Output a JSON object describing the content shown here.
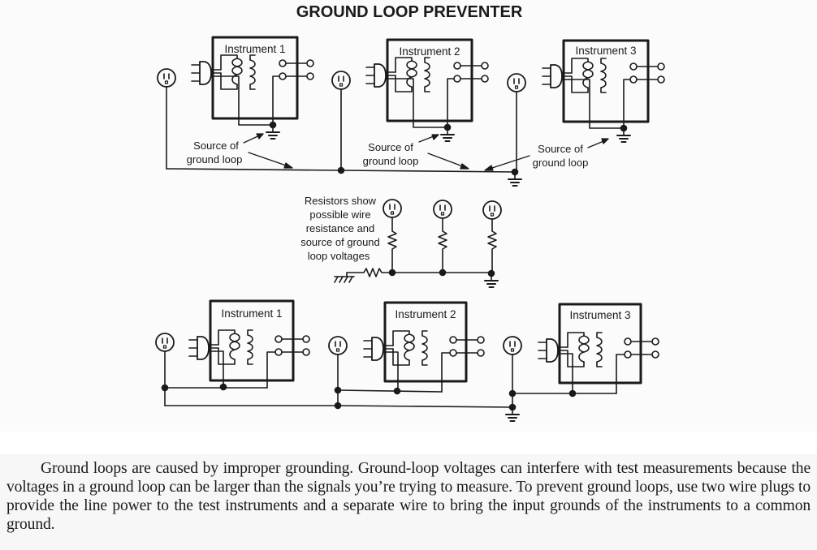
{
  "title": "GROUND LOOP PREVENTER",
  "top_diagram": {
    "instruments": [
      {
        "label": "Instrument 1"
      },
      {
        "label": "Instrument 2"
      },
      {
        "label": "Instrument 3"
      }
    ],
    "annotations": [
      {
        "line1": "Source of",
        "line2": "ground loop"
      },
      {
        "line1": "Source of",
        "line2": "ground loop"
      },
      {
        "line1": "Source of",
        "line2": "ground loop"
      }
    ]
  },
  "middle_diagram": {
    "note_lines": [
      "Resistors show",
      "possible wire",
      "resistance and",
      "source of ground",
      "loop voltages"
    ],
    "outlet_count": 3
  },
  "bottom_diagram": {
    "instruments": [
      {
        "label": "Instrument 1"
      },
      {
        "label": "Instrument 2"
      },
      {
        "label": "Instrument 3"
      }
    ]
  },
  "caption": "Ground loops are caused by improper grounding. Ground-loop voltages can interfere with test measurements because the voltages in a ground loop can be larger than the signals you’re trying to measure. To prevent ground loops, use two wire plugs to provide the line power to the test instruments and a separate wire to bring the input grounds of the instruments to a common ground.",
  "colors": {
    "ink": "#1a1a1a",
    "paper": "#fbfbfb"
  }
}
